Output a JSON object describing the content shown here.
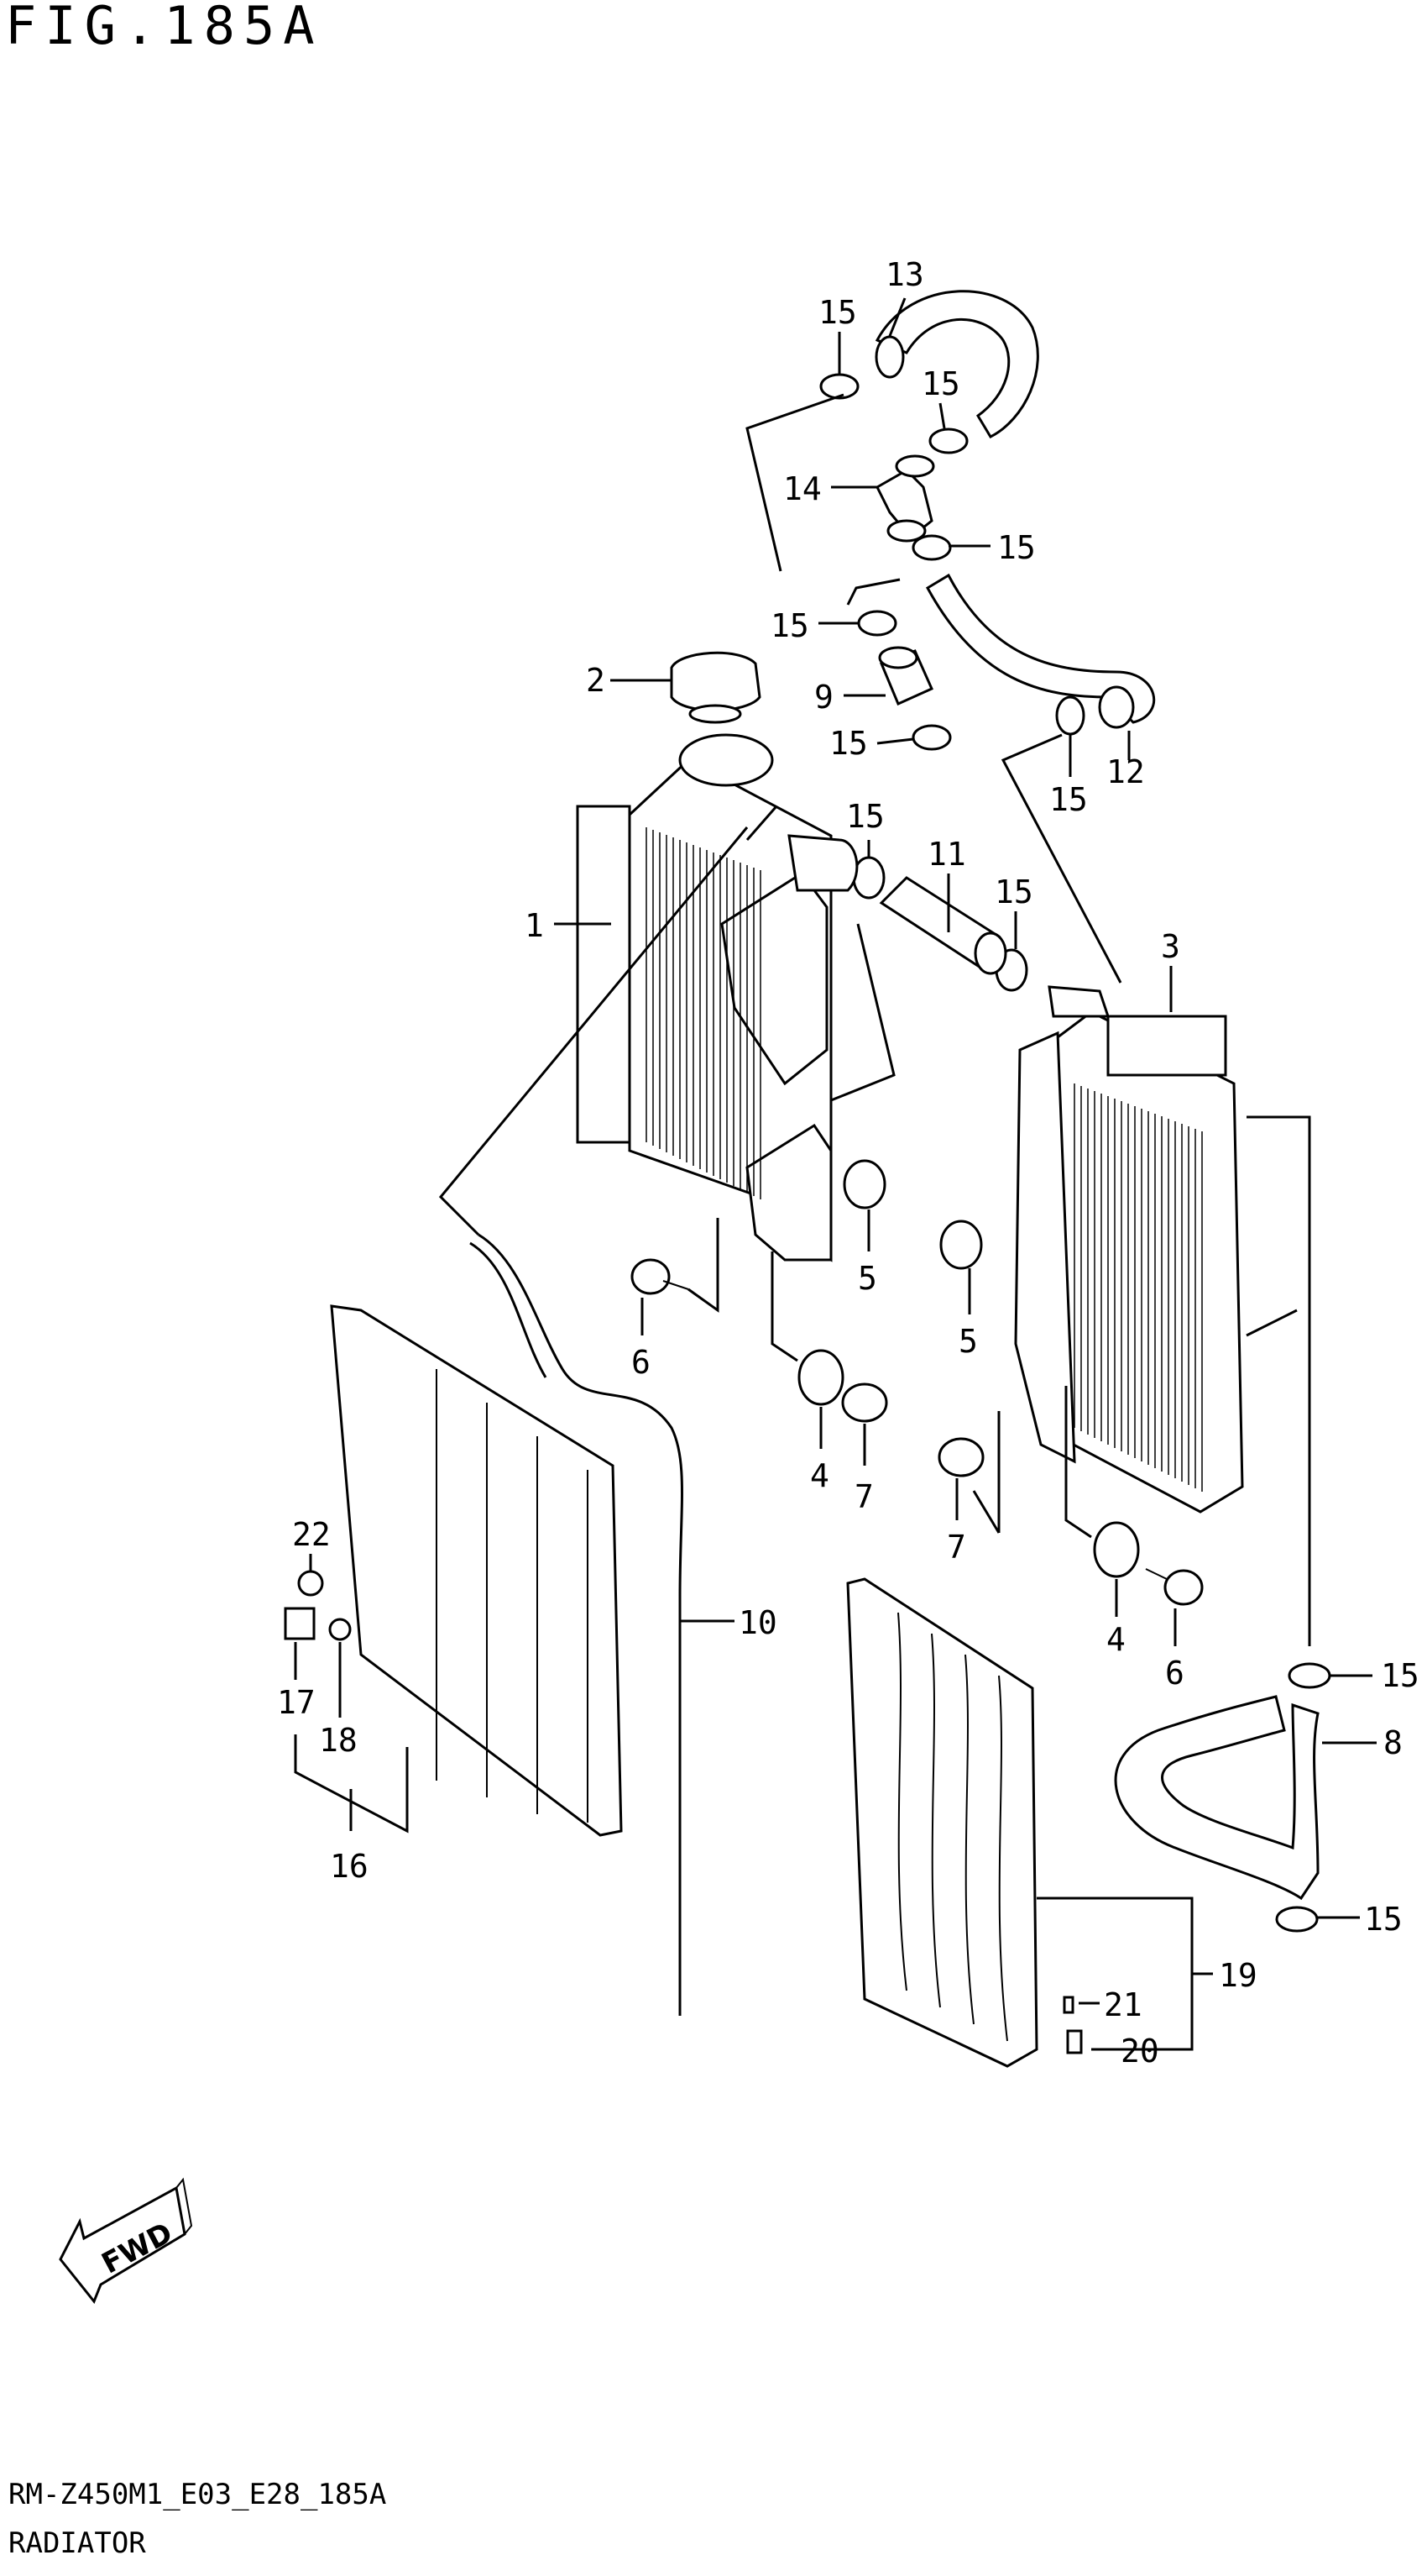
{
  "figure": {
    "title": "FIG.185A",
    "model_code": "RM-Z450M1_E03_E28_185A",
    "section": "RADIATOR"
  },
  "direction_badge": "FWD",
  "callouts": [
    "1",
    "2",
    "3",
    "4",
    "4",
    "5",
    "5",
    "6",
    "6",
    "7",
    "7",
    "8",
    "9",
    "10",
    "11",
    "12",
    "13",
    "14",
    "15",
    "15",
    "15",
    "15",
    "15",
    "15",
    "15",
    "15",
    "15",
    "15",
    "16",
    "17",
    "18",
    "19",
    "20",
    "21",
    "22"
  ]
}
